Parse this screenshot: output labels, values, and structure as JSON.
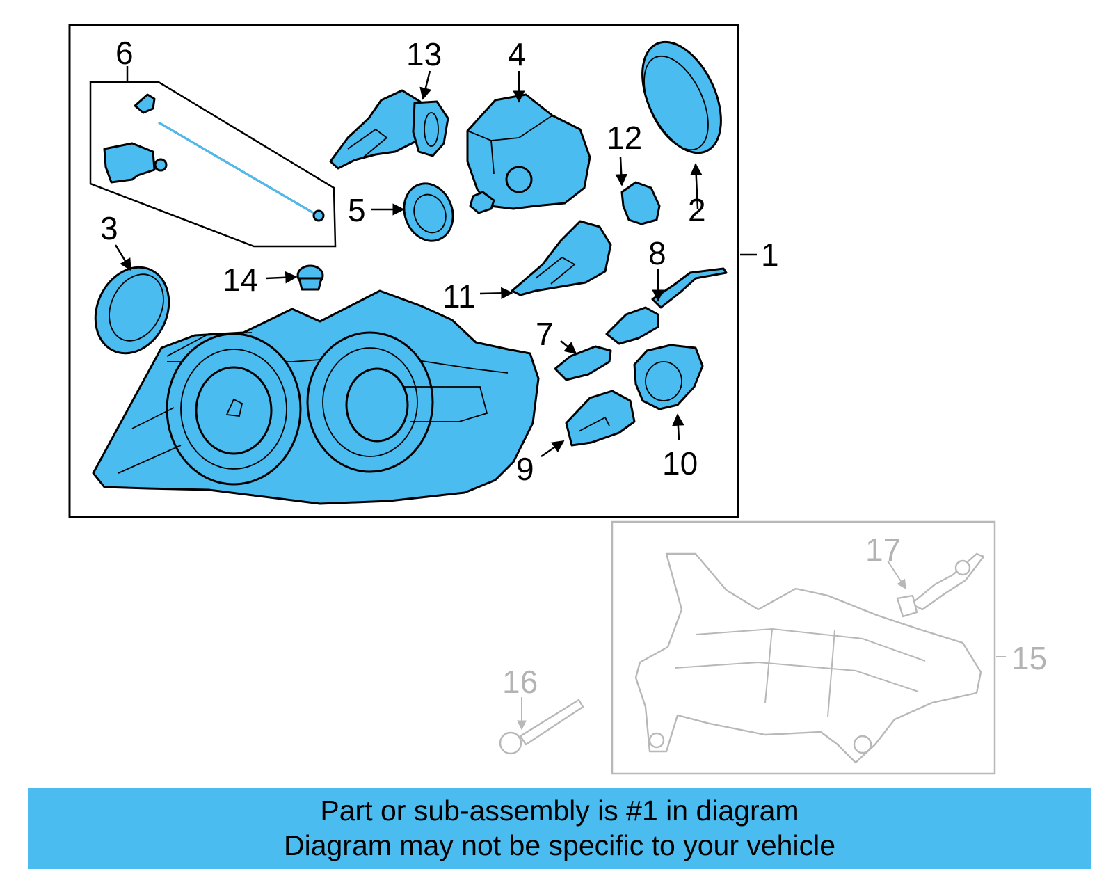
{
  "callouts": {
    "c1": "1",
    "c2": "2",
    "c3": "3",
    "c4": "4",
    "c5": "5",
    "c6": "6",
    "c7": "7",
    "c8": "8",
    "c9": "9",
    "c10": "10",
    "c11": "11",
    "c12": "12",
    "c13": "13",
    "c14": "14",
    "c15": "15",
    "c16": "16",
    "c17": "17"
  },
  "banner": {
    "line1": "Part or sub-assembly is #1 in diagram",
    "line2": "Diagram may not be specific to your vehicle"
  },
  "colors": {
    "highlight": "#4bbcf0",
    "outline": "#000000",
    "inactive": "#b8b8b8"
  }
}
